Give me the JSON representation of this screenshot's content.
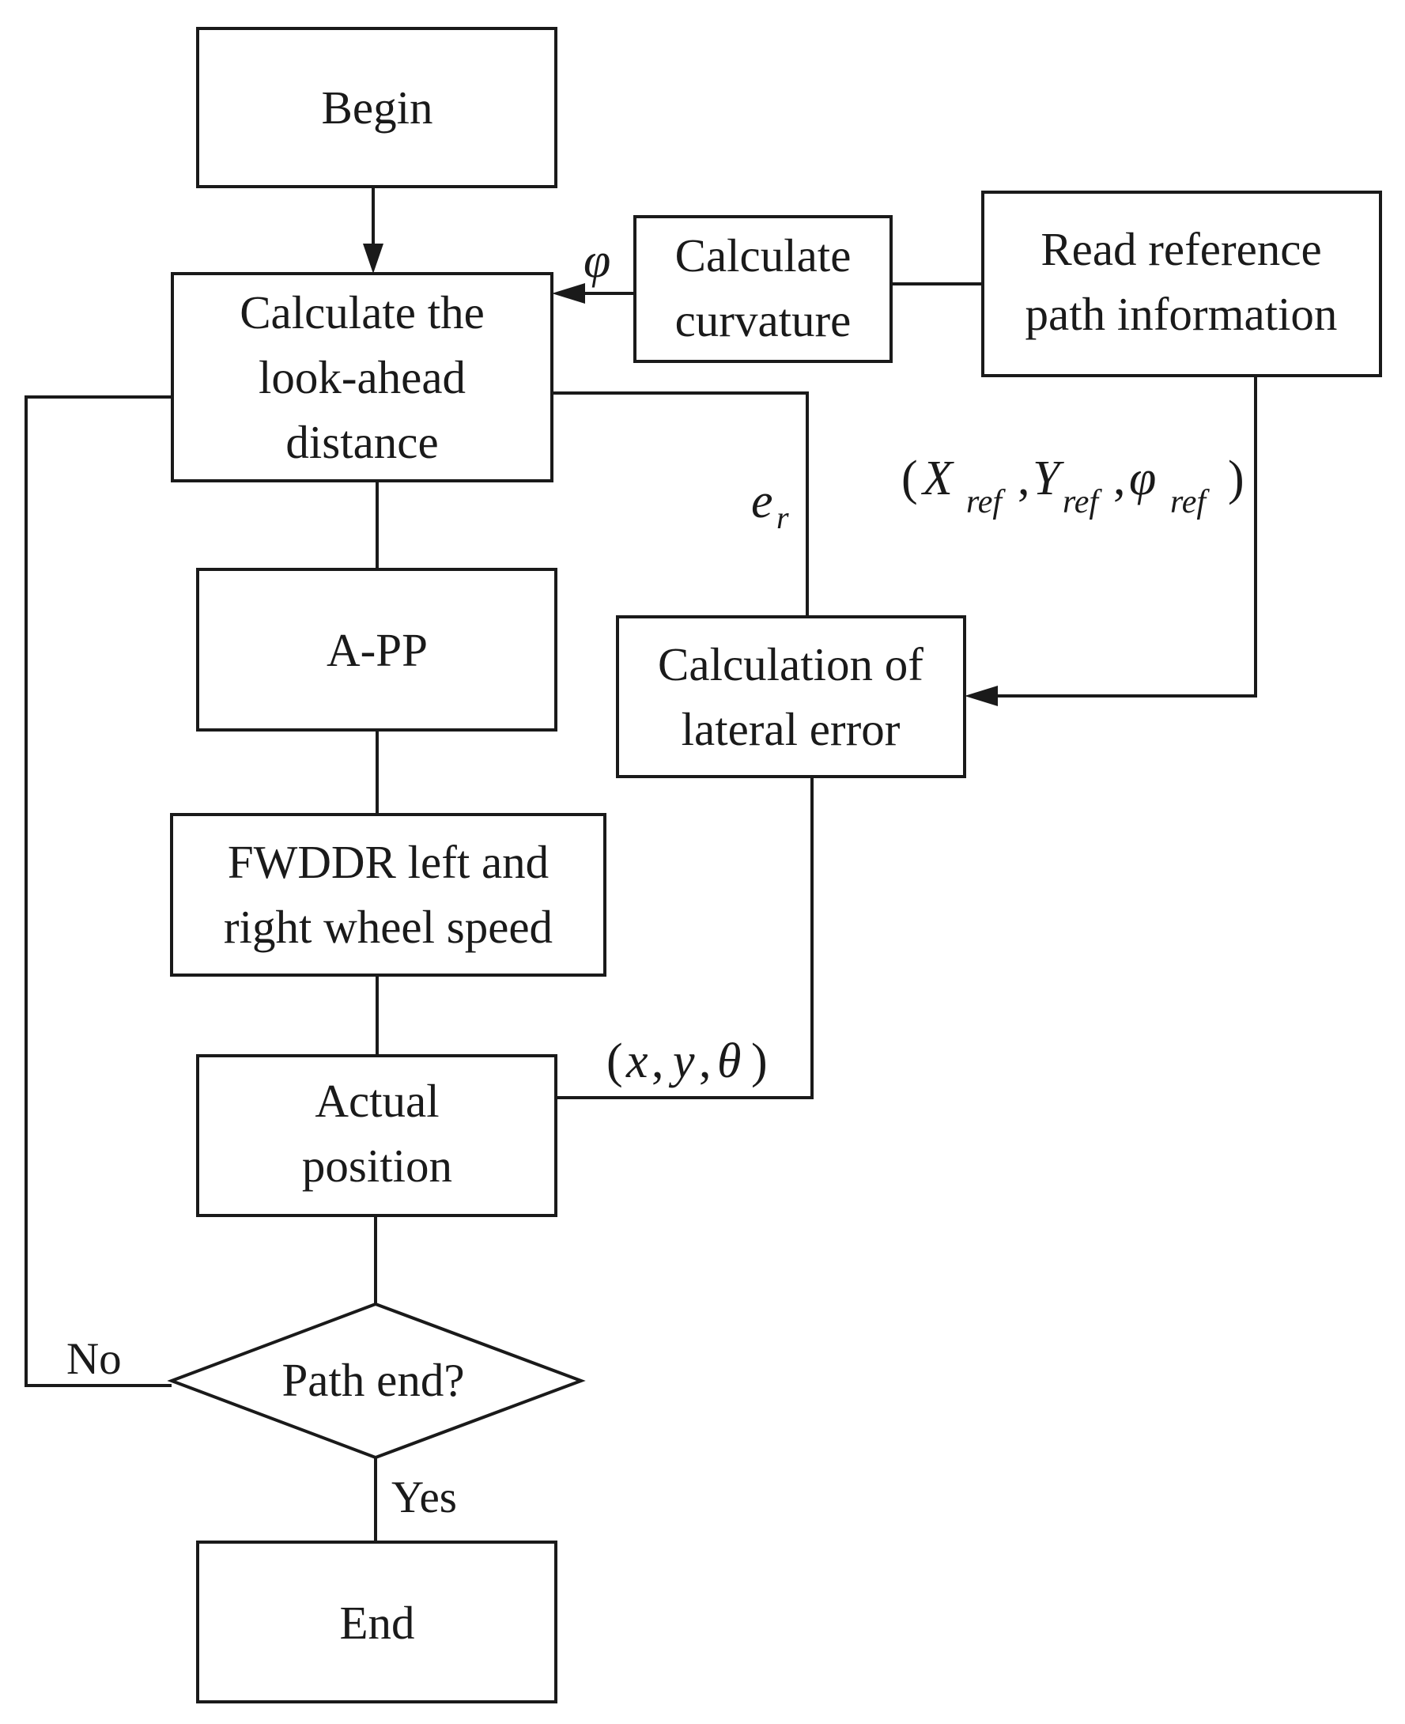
{
  "nodes": {
    "begin": "Begin",
    "lookahead": [
      "Calculate the",
      "look-ahead",
      "distance"
    ],
    "curvature": [
      "Calculate",
      "curvature"
    ],
    "read_ref": [
      "Read reference",
      "path information"
    ],
    "app": "A-PP",
    "lateral": [
      "Calculation of",
      "lateral error"
    ],
    "fwddr": [
      "FWDDR left and",
      "right wheel speed"
    ],
    "actual": [
      "Actual",
      "position"
    ],
    "decision": "Path end?",
    "end": "End"
  },
  "edges": {
    "no": "No",
    "yes": "Yes"
  },
  "symbols": {
    "phi": "φ",
    "e": "e",
    "r": "r",
    "X": "X",
    "Y": "Y",
    "ref": "ref",
    "x": "x",
    "y": "y",
    "theta": "θ",
    "lparen": "(",
    "rparen": ")",
    "comma": ","
  }
}
